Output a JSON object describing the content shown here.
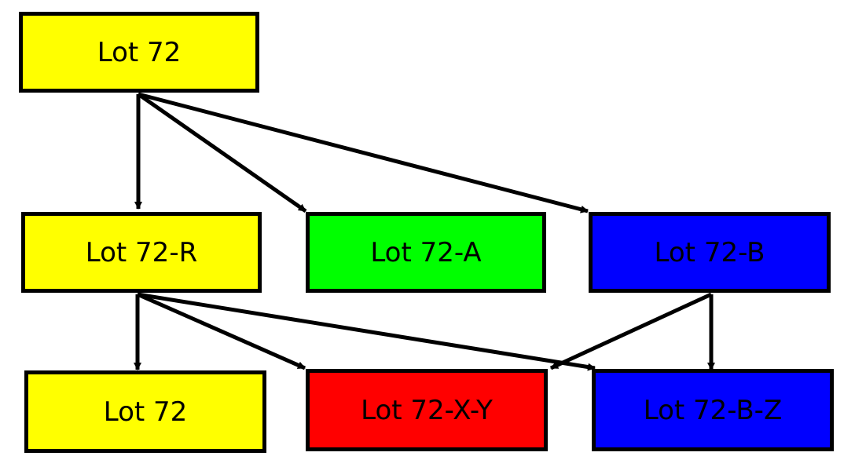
{
  "colors": {
    "yellow": "#ffff00",
    "green": "#00ff00",
    "blue": "#0000ff",
    "red": "#ff0000",
    "border": "#000000",
    "arrow": "#000000"
  },
  "nodes": [
    {
      "id": "lot72-top",
      "label": "Lot 72",
      "color": "#ffff00"
    },
    {
      "id": "lot72-r",
      "label": "Lot 72-R",
      "color": "#ffff00"
    },
    {
      "id": "lot72-a",
      "label": "Lot 72-A",
      "color": "#00ff00"
    },
    {
      "id": "lot72-b",
      "label": "Lot 72-B",
      "color": "#0000ff"
    },
    {
      "id": "lot72-bot",
      "label": "Lot 72",
      "color": "#ffff00"
    },
    {
      "id": "lot72-xy",
      "label": "Lot 72-X-Y",
      "color": "#ff0000"
    },
    {
      "id": "lot72-bz",
      "label": "Lot 72-B-Z",
      "color": "#0000ff"
    }
  ],
  "edges": [
    {
      "from": "lot72-top",
      "to": "lot72-r"
    },
    {
      "from": "lot72-top",
      "to": "lot72-a"
    },
    {
      "from": "lot72-top",
      "to": "lot72-b"
    },
    {
      "from": "lot72-r",
      "to": "lot72-bot"
    },
    {
      "from": "lot72-r",
      "to": "lot72-xy"
    },
    {
      "from": "lot72-r",
      "to": "lot72-bz"
    },
    {
      "from": "lot72-b",
      "to": "lot72-xy"
    },
    {
      "from": "lot72-b",
      "to": "lot72-bz"
    }
  ]
}
